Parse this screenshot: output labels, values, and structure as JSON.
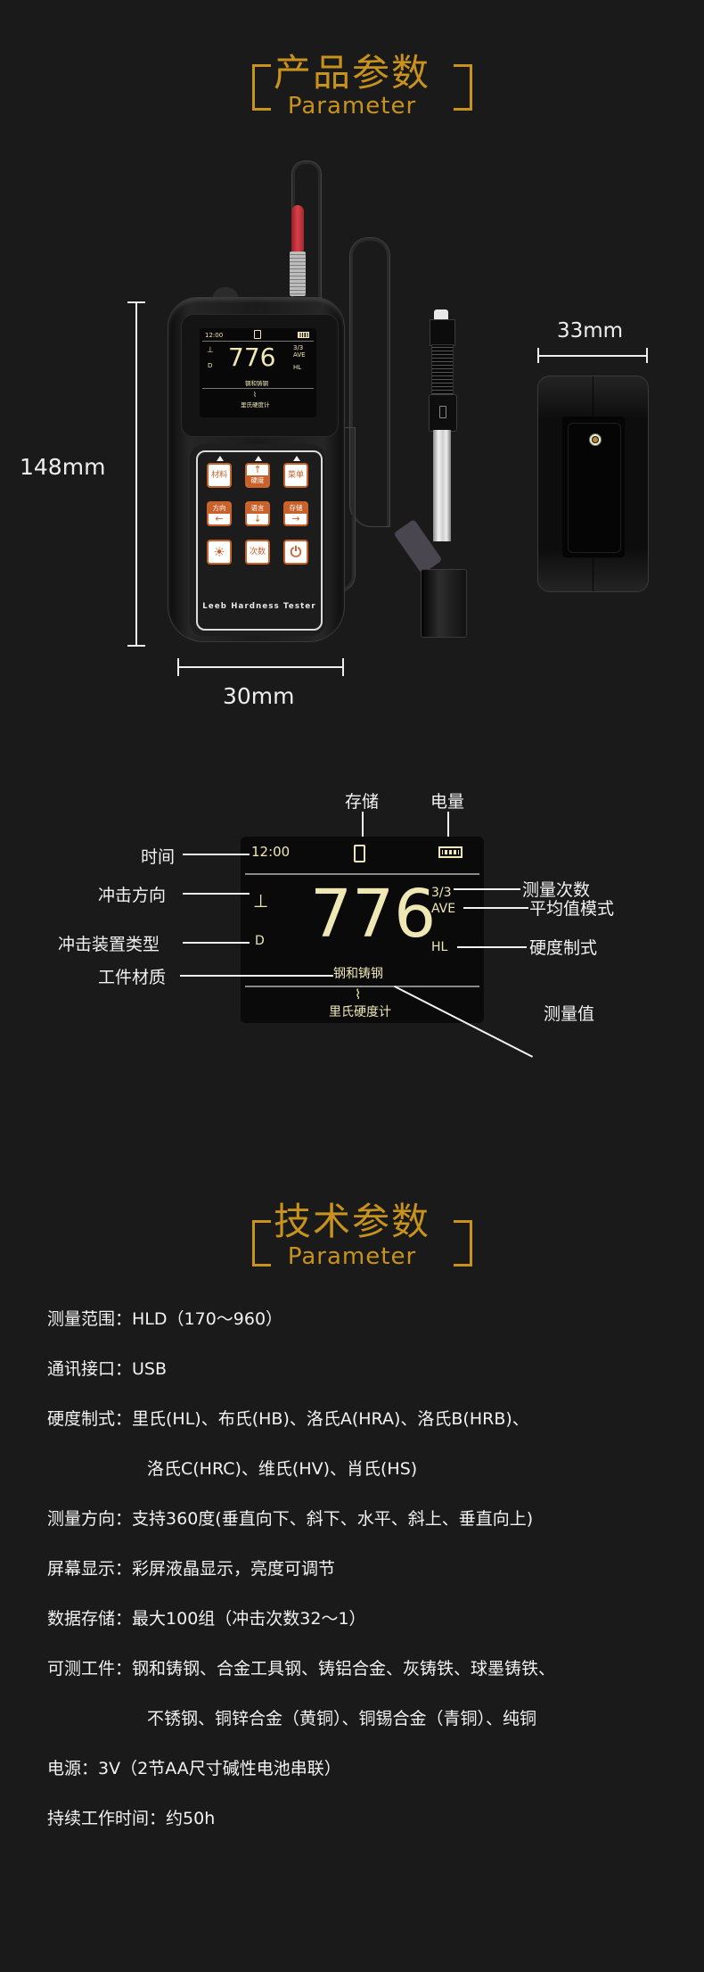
{
  "section1": {
    "title": "产品参数",
    "subtitle": "Parameter"
  },
  "dimensions": {
    "height": "148mm",
    "width": "30mm",
    "depth": "33mm"
  },
  "device": {
    "screen": {
      "time": "12:00",
      "storage_icon": "sd-card-icon",
      "battery_icon": "battery-icon",
      "impact_direction_icon": "probe-down-icon",
      "count": "3/3",
      "mode": "AVE",
      "value": "776",
      "device_type": "D",
      "scale": "HL",
      "material": "钢和铸钢",
      "waveform_icon": "pulse-icon",
      "footer": "里氏硬度计"
    },
    "keys": [
      {
        "id": "material",
        "label": "材料",
        "style": "plain"
      },
      {
        "id": "hardness-up",
        "top": "↑",
        "bottom": "硬度",
        "style": "split-bottom"
      },
      {
        "id": "menu",
        "label": "菜单",
        "style": "plain"
      },
      {
        "id": "direction-left",
        "top": "方向",
        "bottom": "←",
        "style": "split-top"
      },
      {
        "id": "language-down",
        "top": "语言",
        "bottom": "↓",
        "style": "split-top"
      },
      {
        "id": "save-right",
        "top": "存储",
        "bottom": "→",
        "style": "split-top"
      },
      {
        "id": "brightness",
        "label": "☀",
        "style": "plain"
      },
      {
        "id": "count",
        "label": "次数",
        "style": "plain"
      },
      {
        "id": "power",
        "label": "⏻",
        "style": "plain"
      }
    ],
    "brand_text": "Leeb Hardness Tester"
  },
  "annotations": {
    "time": "时间",
    "impact_direction": "冲击方向",
    "impact_device_type": "冲击装置类型",
    "material": "工件材质",
    "storage": "存储",
    "battery": "电量",
    "count": "测量次数",
    "avg_mode": "平均值模式",
    "hardness_scale": "硬度制式",
    "measured_value": "测量值"
  },
  "section2": {
    "title": "技术参数",
    "subtitle": "Parameter"
  },
  "specs": [
    {
      "key": "测量范围：",
      "value": "HLD（170～960）"
    },
    {
      "key": "通讯接口：",
      "value": "USB"
    },
    {
      "key": "硬度制式：",
      "value": "里氏(HL)、布氏(HB)、洛氏A(HRA)、洛氏B(HRB)、",
      "cont": "洛氏C(HRC)、维氏(HV)、肖氏(HS)"
    },
    {
      "key": "测量方向：",
      "value": "支持360度(垂直向下、斜下、水平、斜上、垂直向上)"
    },
    {
      "key": "屏幕显示：",
      "value": "彩屏液晶显示，亮度可调节"
    },
    {
      "key": "数据存储：",
      "value": "最大100组（冲击次数32～1）"
    },
    {
      "key": "可测工件：",
      "value": "钢和铸钢、合金工具钢、铸铝合金、灰铸铁、球墨铸铁、",
      "cont": "不锈钢、铜锌合金（黄铜）、铜锡合金（青铜）、纯铜"
    },
    {
      "key": "电源：",
      "value": "3V（2节AA尺寸碱性电池串联）"
    },
    {
      "key": "持续工作时间：",
      "value": "约50h"
    }
  ],
  "colors": {
    "background": "#1a1a1a",
    "gold": "#c8921e",
    "key_orange": "#c8622a",
    "lcd_text": "#efe7b4"
  }
}
